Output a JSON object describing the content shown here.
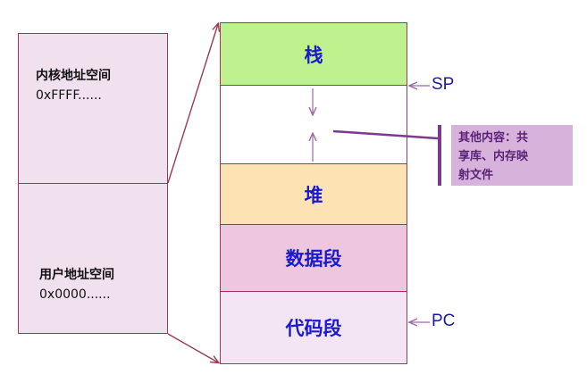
{
  "address_space": {
    "kernel_label": "内核地址空间",
    "kernel_addr": "0xFFFF......",
    "user_label": "用户地址空间",
    "user_addr": "0x0000......"
  },
  "segments": {
    "stack": "栈",
    "heap": "堆",
    "data": "数据段",
    "code": "代码段"
  },
  "registers": {
    "sp": "SP",
    "pc": "PC"
  },
  "note": {
    "line1": "其他内容：共",
    "line2": "享库、内存映",
    "line3": "射文件"
  },
  "colors": {
    "stack": "#bff18e",
    "heap": "#fde3b4",
    "data": "#eec6df",
    "code": "#f4e5f5",
    "address_box": "#f1e1ef",
    "border": "#9b3a55",
    "segment_text": "#1a1acc",
    "note_bg": "#d7b3db"
  }
}
